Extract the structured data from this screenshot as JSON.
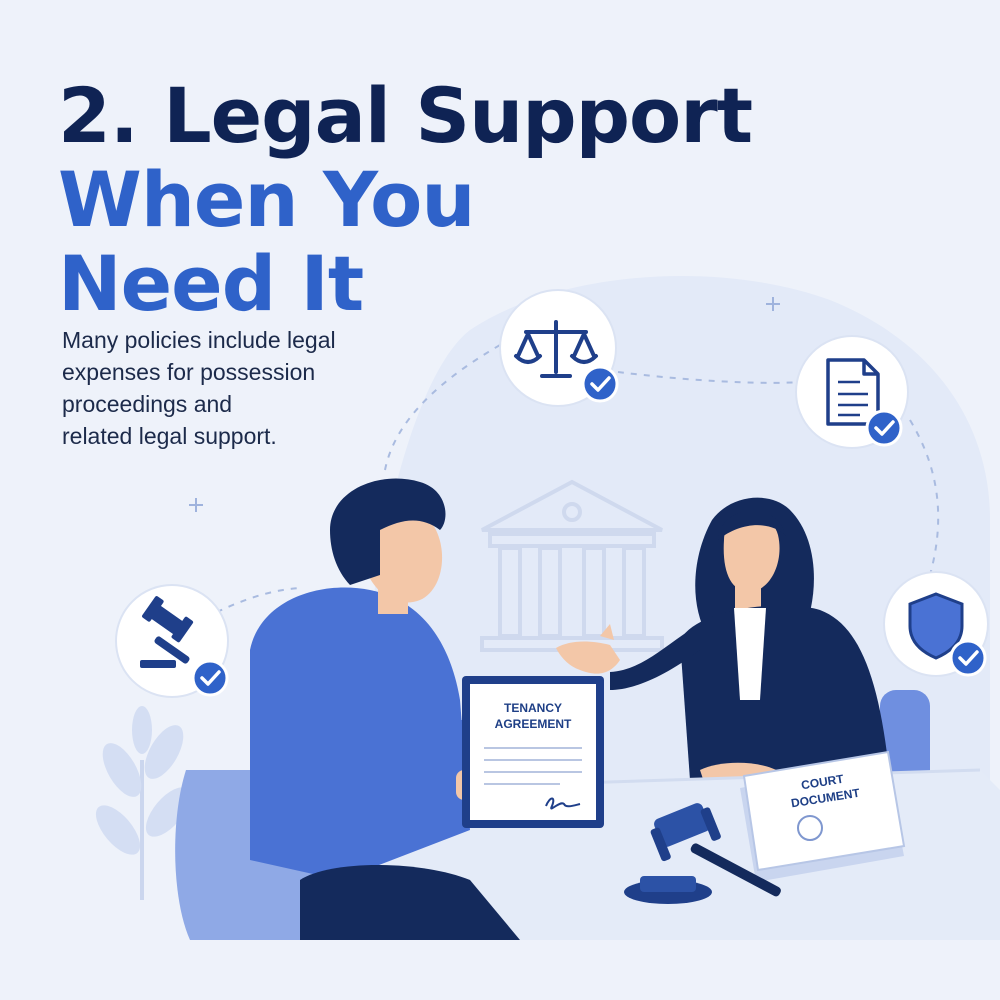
{
  "heading": {
    "line1": "2. Legal Support",
    "line2": "When You",
    "line3": "Need It"
  },
  "description": {
    "line1": "Many policies include legal",
    "line2": "expenses for possession",
    "line3": "proceedings and",
    "line4": "related legal support."
  },
  "tenancy_document": {
    "line1": "TENANCY",
    "line2": "AGREEMENT"
  },
  "court_document": {
    "line1": "COURT",
    "line2": "DOCUMENT"
  },
  "icons": [
    "scales-icon",
    "document-icon",
    "shield-icon",
    "gavel-icon",
    "check-icon"
  ],
  "colors": {
    "navy": "#0f2354",
    "accent_blue": "#2f62c9",
    "background": "#eef2fa",
    "shirt_blue": "#4a72d4",
    "chair_blue": "#8fa9e6"
  }
}
